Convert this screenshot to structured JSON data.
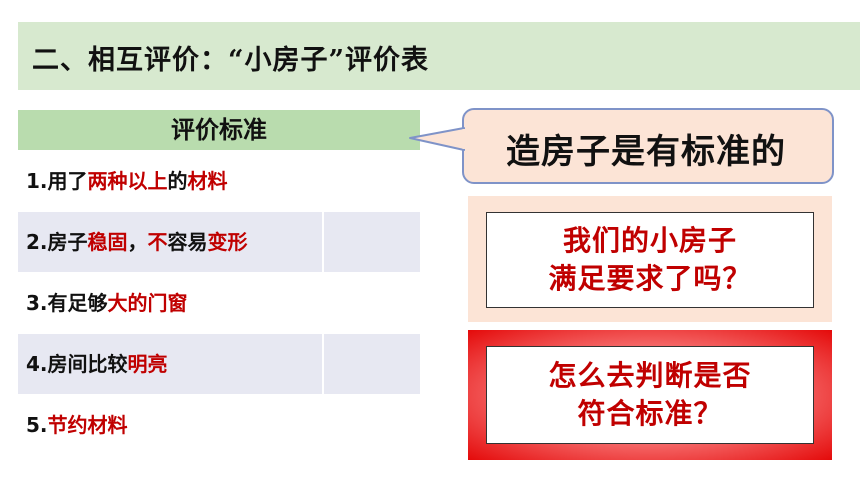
{
  "title": "二、相互评价：“小房子”评价表",
  "table": {
    "header": "评价标准",
    "rows": [
      {
        "parts": [
          {
            "t": "1.用了",
            "hl": false
          },
          {
            "t": "两种以上",
            "hl": true
          },
          {
            "t": "的",
            "hl": false
          },
          {
            "t": "材料",
            "hl": true
          }
        ]
      },
      {
        "parts": [
          {
            "t": "2.房子",
            "hl": false
          },
          {
            "t": "稳固",
            "hl": true
          },
          {
            "t": "，",
            "hl": false
          },
          {
            "t": "不",
            "hl": true
          },
          {
            "t": "容易",
            "hl": false
          },
          {
            "t": "变形",
            "hl": true
          }
        ]
      },
      {
        "parts": [
          {
            "t": "3.有足够",
            "hl": false
          },
          {
            "t": "大的门窗",
            "hl": true
          }
        ]
      },
      {
        "parts": [
          {
            "t": "4.房间比较",
            "hl": false
          },
          {
            "t": "明亮",
            "hl": true
          }
        ]
      },
      {
        "parts": [
          {
            "t": "5.",
            "hl": false
          },
          {
            "t": "节约材料",
            "hl": true
          }
        ]
      }
    ]
  },
  "bubble": {
    "text": "造房子是有标准的"
  },
  "box1": {
    "line1": "我们的小房子",
    "line2": "满足要求了吗？"
  },
  "box2": {
    "line1": "怎么去判断是否",
    "line2": "符合标准？"
  },
  "colors": {
    "highlight": "#c00000",
    "title_band": "#d7e9cf",
    "table_header": "#b9dcae",
    "bubble_fill": "#fce4d6",
    "bubble_border": "#7f93c8"
  }
}
